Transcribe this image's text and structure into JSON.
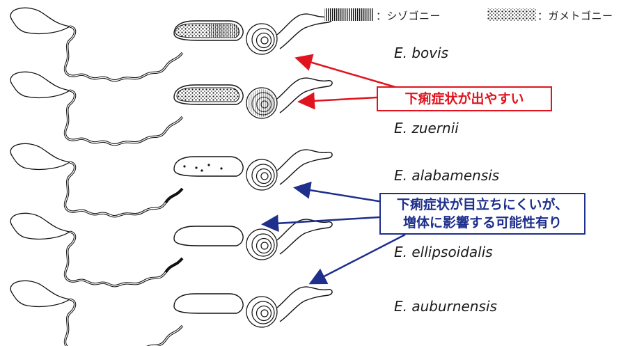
{
  "legend": {
    "schizogony": "：シゾゴニー",
    "gametogony": "：ガメトゴニー"
  },
  "species": [
    "E. bovis",
    "E. zuernii",
    "E. alabamensis",
    "E. ellipsoidalis",
    "E. auburnensis"
  ],
  "callouts": {
    "diarrhea": "下痢症状が出やすい",
    "weight_line1": "下痢症状が目立ちにくいが、",
    "weight_line2": "増体に影響する可能性有り"
  },
  "colors": {
    "red": "#e0141e",
    "blue": "#1e2f8c"
  }
}
